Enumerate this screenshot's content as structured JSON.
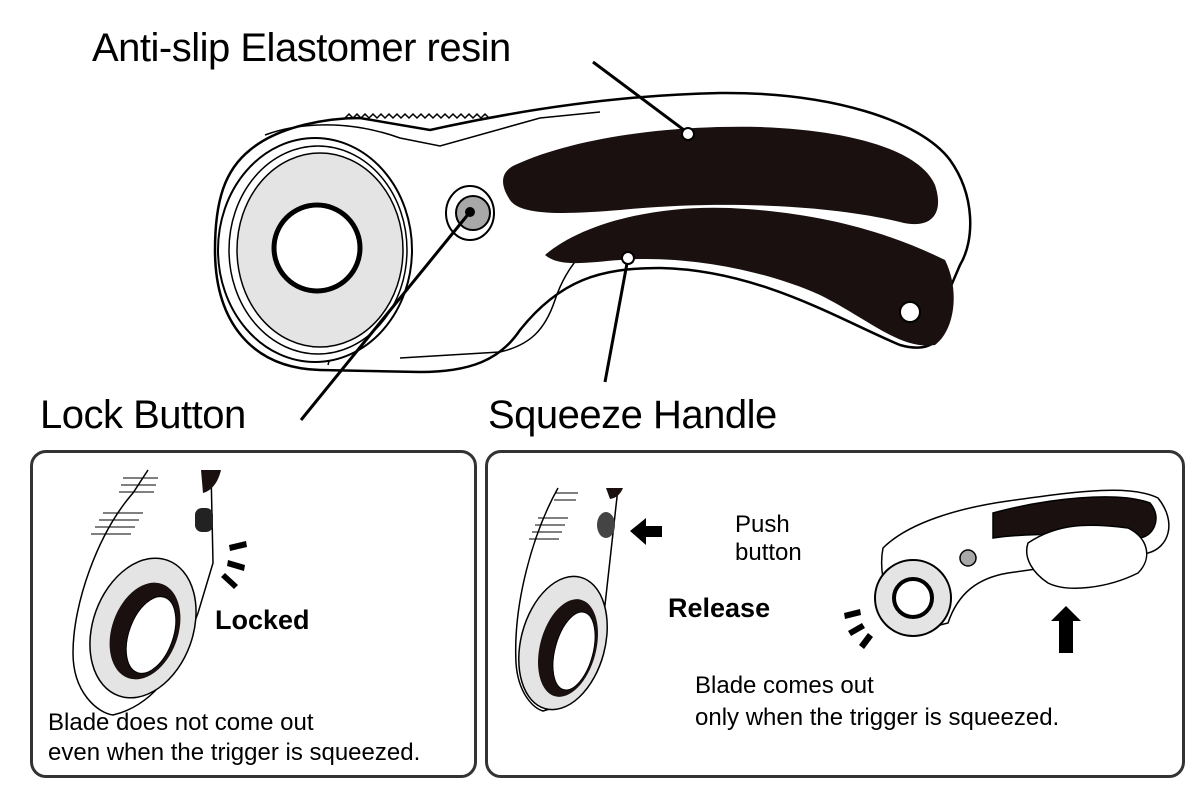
{
  "main_diagram": {
    "labels": {
      "elastomer": "Anti-slip Elastomer resin",
      "lock_button": "Lock Button",
      "squeeze_handle": "Squeeze Handle"
    }
  },
  "panels": {
    "locked": {
      "state_label": "Locked",
      "caption_line1": "Blade does not come out",
      "caption_line2": "even when the trigger is squeezed."
    },
    "release": {
      "action_line1": "Push",
      "action_line2": "button",
      "state_label": "Release",
      "caption_line1": "Blade comes out",
      "caption_line2": "only when the trigger is squeezed."
    }
  },
  "colors": {
    "ink": "#000000",
    "panel_border": "#333333",
    "blade_gray": "#e4e4e4",
    "button_gray": "#a8a8a8",
    "grip_dark": "#1a1010"
  }
}
